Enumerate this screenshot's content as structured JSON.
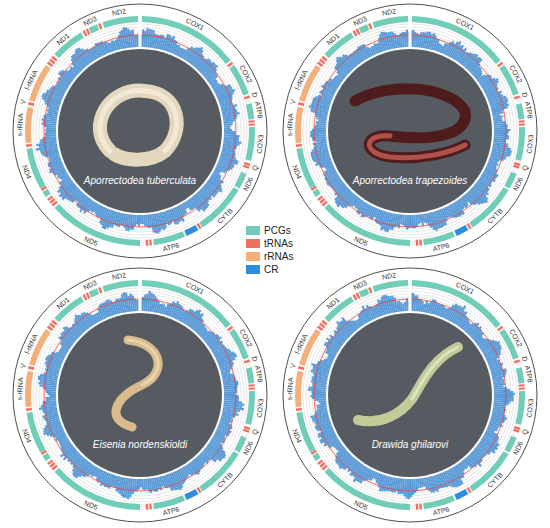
{
  "diagram": {
    "nodes": [
      {
        "text": [
          "Aporrectodea tuberculata"
        ]
      },
      {
        "text": [
          "Aporrectodea trapezoides"
        ]
      },
      {
        "text": [
          "Eisenia nordenskioldi"
        ]
      },
      {
        "text": [
          "Drawida ghilarovi"
        ]
      }
    ],
    "labels": [
      "COX1",
      "COX2",
      "D",
      "ATP8",
      "COX3",
      "Q",
      "ND6",
      "CYTB",
      "ATP6",
      "ND5",
      "ND4",
      "s-rRNA",
      "V",
      "l-rRNA",
      "ND1",
      "ND3",
      "ND2",
      "COX1",
      "COX2",
      "D",
      "ATP8",
      "COX3",
      "Q",
      "ND6",
      "CYTB",
      "ATP6",
      "ND5",
      "ND4",
      "s-rRNA",
      "V",
      "l-rRNA",
      "ND1",
      "ND3",
      "ND2",
      "COX1",
      "COX2",
      "D",
      "ATP8",
      "COX3",
      "Q",
      "ND6",
      "CYTB",
      "ATP6",
      "ND5",
      "ND4",
      "s-rRNA",
      "V",
      "l-rRNA",
      "ND1",
      "ND3",
      "ND2",
      "COX1",
      "COX2",
      "D",
      "ATP8",
      "COX3",
      "Q",
      "ND6",
      "CYTB",
      "ATP6",
      "ND5",
      "ND4",
      "s-rRNA",
      "V",
      "l-rRNA",
      "ND1",
      "ND3",
      "ND2"
    ],
    "legend": [
      {
        "text": "PCGs",
        "color": "#6fcdb8"
      },
      {
        "text": "tRNAs",
        "color": "#f0705f"
      },
      {
        "text": "rRNAs",
        "color": "#f4b07a"
      },
      {
        "text": "CR",
        "color": "#2e8ddc"
      }
    ]
  }
}
